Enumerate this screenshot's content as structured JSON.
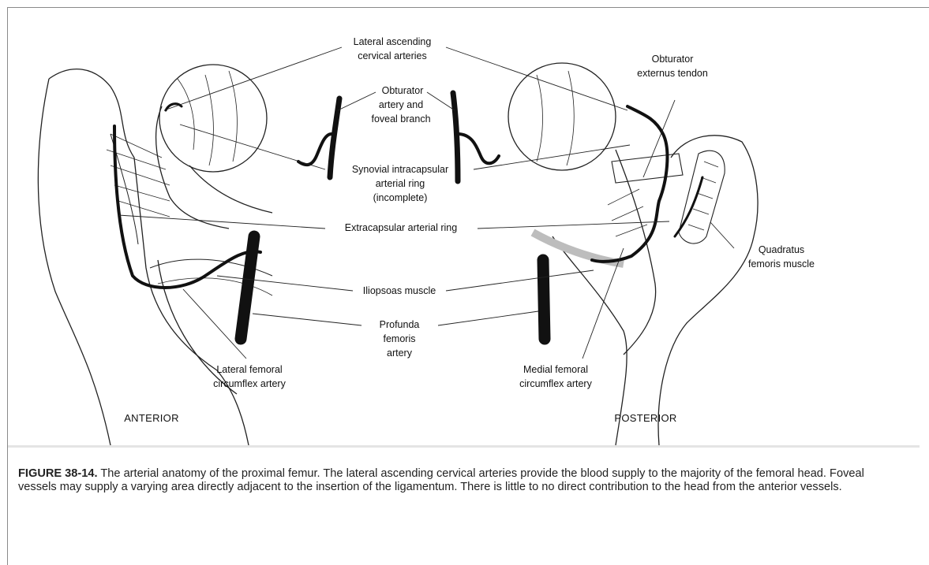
{
  "labels": {
    "lateral_ascending": [
      "Lateral ascending",
      "cervical arteries"
    ],
    "obturator_artery": [
      "Obturator",
      "artery and",
      "foveal branch"
    ],
    "obturator_externus": [
      "Obturator",
      "externus tendon"
    ],
    "synovial_ring": [
      "Synovial intracapsular",
      "arterial ring",
      "(incomplete)"
    ],
    "extracapsular_ring": "Extracapsular arterial ring",
    "quadratus": [
      "Quadratus",
      "femoris muscle"
    ],
    "iliopsoas": "Iliopsoas muscle",
    "profunda": [
      "Profunda",
      "femoris",
      "artery"
    ],
    "lateral_femoral": [
      "Lateral femoral",
      "circumflex artery"
    ],
    "medial_femoral": [
      "Medial femoral",
      "circumflex artery"
    ]
  },
  "views": {
    "anterior": "ANTERIOR",
    "posterior": "POSTERIOR"
  },
  "caption": {
    "label": "FIGURE 38-14.",
    "text": " The arterial anatomy of the proximal femur. The lateral ascending cervical arteries provide the blood supply to the majority of the femoral head. Foveal vessels may supply a varying area directly adjacent to the insertion of the ligamentum. There is little to no direct contribution to the head from the anterior vessels."
  }
}
